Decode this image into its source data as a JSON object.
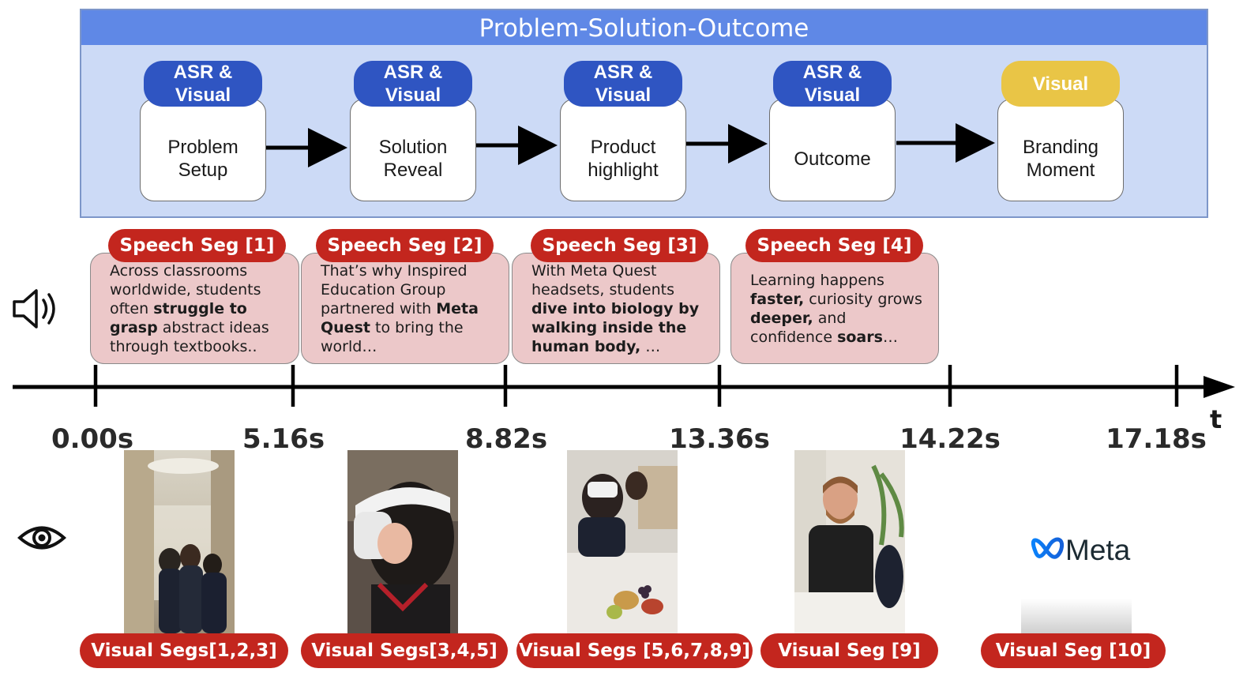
{
  "diagram": {
    "title": "Problem-Solution-Outcome",
    "stages": [
      {
        "badge": "ASR &\nVisual",
        "label": "Problem\nSetup"
      },
      {
        "badge": "ASR &\nVisual",
        "label": "Solution\nReveal"
      },
      {
        "badge": "ASR &\nVisual",
        "label": "Product\nhighlight"
      },
      {
        "badge": "ASR &\nVisual",
        "label": "Outcome"
      },
      {
        "badge": "Visual",
        "label": "Branding\nMoment"
      }
    ],
    "colors": {
      "panel_bg": "#ccdaf6",
      "title_bar": "#5f88e6",
      "badge_blue": "#2f55c2",
      "badge_yellow": "#e9c546",
      "segment_red": "#c3261e",
      "speech_bg": "#ecc8c9"
    }
  },
  "speech_segments": [
    {
      "title": "Speech Seg [1]",
      "lines": [
        [
          {
            "t": "Across classrooms"
          }
        ],
        [
          {
            "t": "worldwide, students"
          }
        ],
        [
          {
            "t": "often "
          },
          {
            "t": "struggle to",
            "b": true
          }
        ],
        [
          {
            "t": "grasp",
            "b": true
          },
          {
            "t": " abstract ideas"
          }
        ],
        [
          {
            "t": "through textbooks.."
          }
        ]
      ]
    },
    {
      "title": "Speech Seg [2]",
      "lines": [
        [
          {
            "t": "That’s why Inspired"
          }
        ],
        [
          {
            "t": "Education Group"
          }
        ],
        [
          {
            "t": "partnered with "
          },
          {
            "t": "Meta",
            "b": true
          }
        ],
        [
          {
            "t": "Quest",
            "b": true
          },
          {
            "t": " to bring the"
          }
        ],
        [
          {
            "t": "world…"
          }
        ]
      ]
    },
    {
      "title": "Speech Seg [3]",
      "lines": [
        [
          {
            "t": "With Meta Quest"
          }
        ],
        [
          {
            "t": "headsets, students"
          }
        ],
        [
          {
            "t": "dive into biology by",
            "b": true
          }
        ],
        [
          {
            "t": "walking inside the",
            "b": true
          }
        ],
        [
          {
            "t": "human body,",
            "b": true
          },
          {
            "t": " …"
          }
        ]
      ]
    },
    {
      "title": "Speech Seg [4]",
      "lines": [
        [
          {
            "t": "Learning happens"
          }
        ],
        [
          {
            "t": "faster,",
            "b": true
          },
          {
            "t": " curiosity grows"
          }
        ],
        [
          {
            "t": "deeper,",
            "b": true
          },
          {
            "t": " and"
          }
        ],
        [
          {
            "t": "confidence "
          },
          {
            "t": "soars",
            "b": true
          },
          {
            "t": "…"
          }
        ]
      ]
    }
  ],
  "timeline": {
    "axis_label": "t",
    "ticks": [
      "0.00s",
      "5.16s",
      "8.82s",
      "13.36s",
      "14.22s",
      "17.18s"
    ]
  },
  "visual_segments": [
    {
      "label": "Visual Segs[1,2,3]",
      "scene": "students walking in school hallway"
    },
    {
      "label": "Visual Segs[3,4,5]",
      "scene": "student putting on VR headset"
    },
    {
      "label": "Visual Segs [5,6,7,8,9]",
      "scene": "students using headsets in classroom"
    },
    {
      "label": "Visual Seg [9]",
      "scene": "smiling teacher in classroom"
    },
    {
      "label": "Visual Seg [10]",
      "scene": "Meta logo end card",
      "logo_text": "Meta"
    }
  ],
  "icons": {
    "audio": "speaker-icon",
    "visual": "eye-icon"
  }
}
